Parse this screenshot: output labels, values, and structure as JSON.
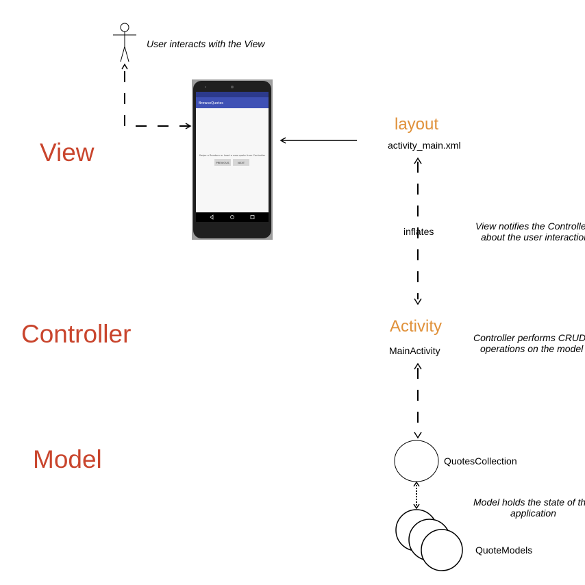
{
  "sections": {
    "view": "View",
    "controller": "Controller",
    "model": "Model"
  },
  "user_note": "User interacts with the View",
  "layout": {
    "heading": "layout",
    "file": "activity_main.xml"
  },
  "inflates": "inflates",
  "view_notifies_note": {
    "line1": "View notifies the Controller",
    "line2": "about the user interaction"
  },
  "activity": {
    "heading": "Activity",
    "name": "MainActivity"
  },
  "controller_note": {
    "line1": "Controller performs CRUD",
    "line2": "operations on the model"
  },
  "quotes_collection": "QuotesCollection",
  "model_note": {
    "line1": "Model holds the state of the",
    "line2": "application"
  },
  "quote_models": "QuoteModels",
  "phone": {
    "app_title": "BrowseQuotes",
    "body_text": "Swipe a Random or Load a new quote from Controller",
    "button_previous": "PREVIOUS",
    "button_next": "NEXT"
  },
  "colors": {
    "section": "#c9452d",
    "accent": "#e0913a",
    "app_bar": "#3f51b5"
  }
}
